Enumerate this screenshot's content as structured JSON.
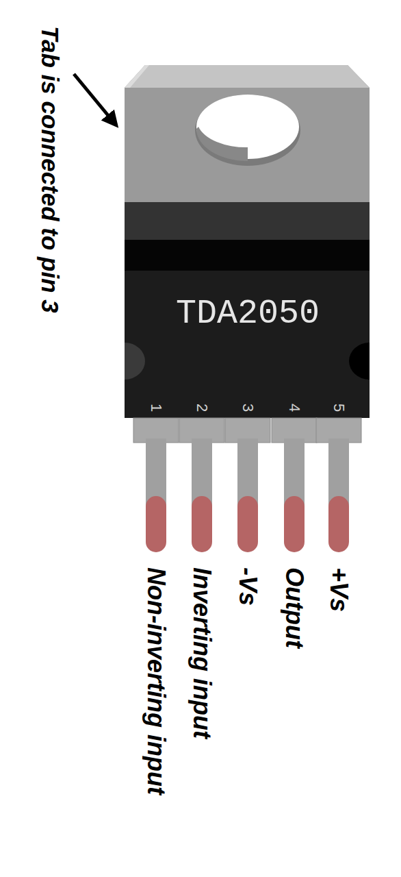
{
  "diagram": {
    "nodes": [
      {
        "text": [
          "TDA2050",
          "1",
          "2",
          "3",
          "4",
          "5"
        ]
      }
    ],
    "labels": [
      "Tab is connected to pin 3",
      "Non-inverting input",
      "Inverting input",
      "-Vs",
      "Output",
      "+Vs"
    ]
  }
}
